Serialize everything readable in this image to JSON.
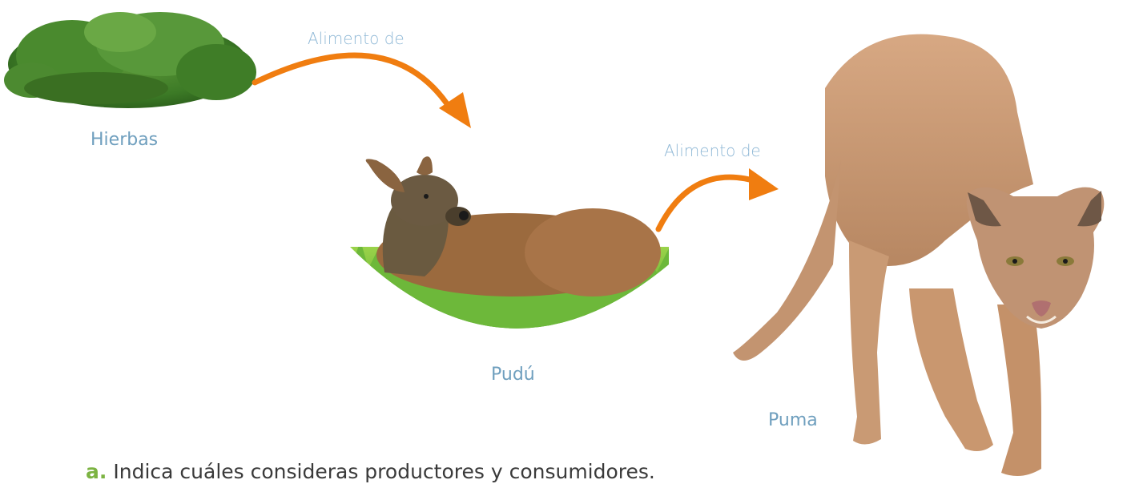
{
  "nodes": {
    "hierbas": {
      "label": "Hierbas",
      "icon": "herbs-illustration"
    },
    "pudu": {
      "label": "Pudú",
      "icon": "pudu-deer-illustration"
    },
    "puma": {
      "label": "Puma",
      "icon": "puma-illustration"
    }
  },
  "arrows": {
    "first": {
      "label": "Alimento de"
    },
    "second": {
      "label": "Alimento de"
    }
  },
  "question": {
    "letter": "a.",
    "text": "Indica cuáles consideras productores y consumidores."
  },
  "colors": {
    "arrow": "#f07d10",
    "label": "#6f9fbe",
    "arrow_label": "#8fb8d6",
    "letter": "#7cb342"
  }
}
